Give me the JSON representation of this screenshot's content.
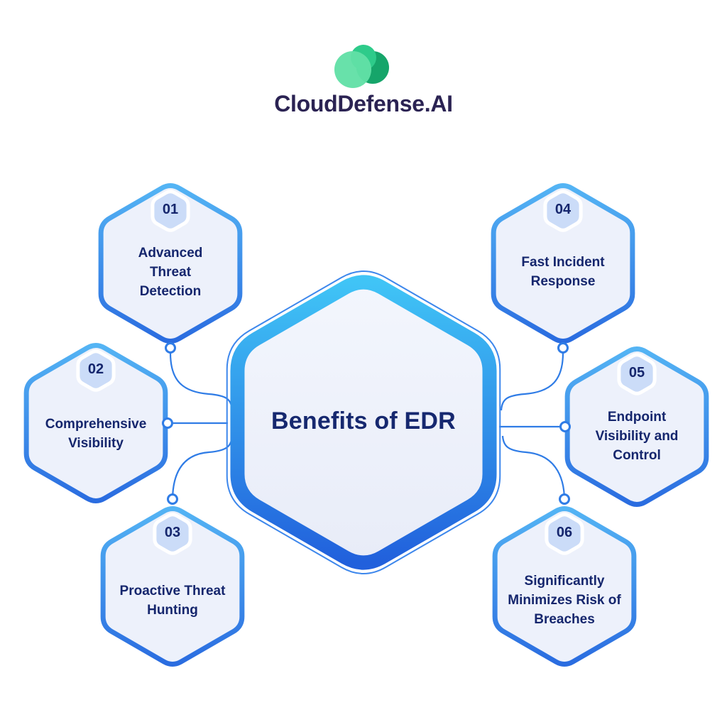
{
  "brand": {
    "name": "CloudDefense.AI"
  },
  "diagram": {
    "title": "Benefits of EDR",
    "items": [
      {
        "number": "01",
        "label": "Advanced Threat Detection"
      },
      {
        "number": "02",
        "label": "Comprehensive Visibility"
      },
      {
        "number": "03",
        "label": "Proactive Threat Hunting"
      },
      {
        "number": "04",
        "label": "Fast Incident Response"
      },
      {
        "number": "05",
        "label": "Endpoint Visibility and Control"
      },
      {
        "number": "06",
        "label": "Significantly Minimizes Risk of Breaches"
      }
    ]
  },
  "colors": {
    "background": "#ffffff",
    "hexagon_border_top": "#54b4f4",
    "hexagon_border_bottom": "#2a6ce0",
    "central_border_top": "#40c4f6",
    "central_border_bottom": "#2160dc",
    "hexagon_fill": "#edf1fb",
    "badge_fill": "#cbdcf8",
    "text_navy": "#15266d",
    "brand_text": "#2b2353",
    "connector_blue": "#2f7ce6",
    "logo_green_light": "#62e0a7",
    "logo_green_mid": "#2ecb8a",
    "logo_green_dark": "#16a56a"
  }
}
